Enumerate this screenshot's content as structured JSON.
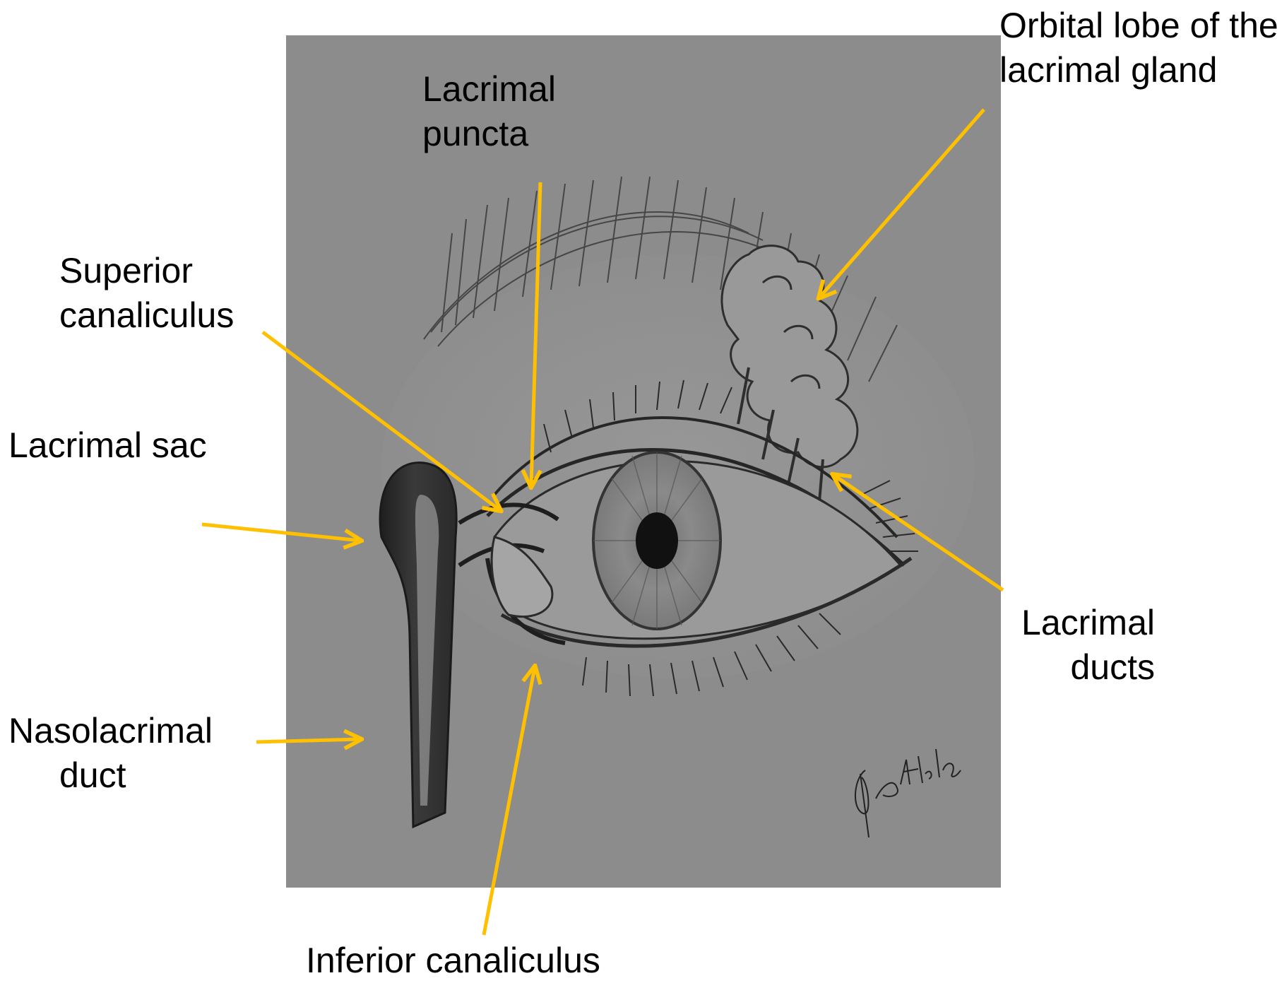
{
  "diagram": {
    "colors": {
      "arrow": "#FFC000",
      "drawing_background": "#8C8C8C",
      "page_background": "#FFFFFF",
      "label_text": "#000000"
    },
    "labels": {
      "lacrimal_puncta": [
        "Lacrimal",
        "puncta"
      ],
      "orbital_lobe": [
        "Orbital lobe of the",
        "lacrimal gland"
      ],
      "superior_canaliculus": [
        "Superior",
        "canaliculus"
      ],
      "lacrimal_sac": "Lacrimal sac",
      "lacrimal_ducts": [
        "Lacrimal",
        "ducts"
      ],
      "nasolacrimal_duct": [
        "Nasolacrimal",
        "duct"
      ],
      "inferior_canaliculus": "Inferior canaliculus"
    },
    "signature": "Jânia Helena"
  }
}
